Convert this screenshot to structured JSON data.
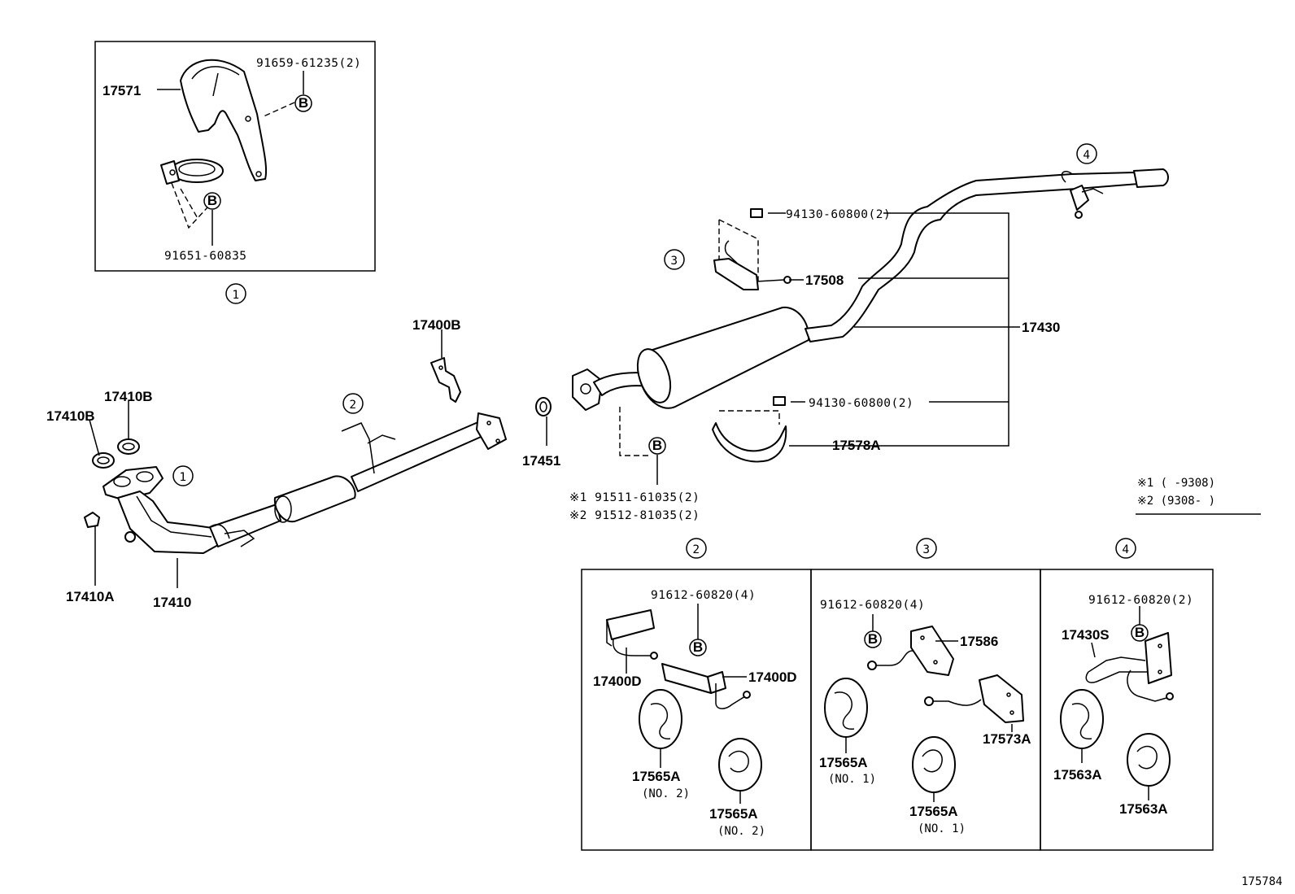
{
  "diagram_id": "175784",
  "inset": {
    "circle_label": "1",
    "parts": {
      "shield": "17571",
      "bolt_top": "91659-61235(2)",
      "bolt_bottom": "91651-60835"
    },
    "bolt_symbol": "B"
  },
  "main_labels": {
    "p17400B": "17400B",
    "p17410B_1": "17410B",
    "p17410B_2": "17410B",
    "p17410A": "17410A",
    "p17410": "17410",
    "p17451": "17451",
    "p94130_top": "94130-60800(2)",
    "p17508": "17508",
    "p17430": "17430",
    "p94130_bot": "94130-60800(2)",
    "p17578A": "17578A",
    "bolt_1": "※1  91511-61035(2)",
    "bolt_2": "※2  91512-81035(2)"
  },
  "callouts": {
    "c1": "1",
    "c2": "2",
    "c3": "3",
    "c4": "4"
  },
  "legend": {
    "l1": "※1 (     -9308)",
    "l2": "※2 (9308-     )"
  },
  "detail_headers": [
    "2",
    "3",
    "4"
  ],
  "detail2": {
    "bolt": "91612-60820(4)",
    "hanger_left": "17400D",
    "hanger_right": "17400D",
    "mount_left": "17565A",
    "mount_left_note": "(NO. 2)",
    "mount_right": "17565A",
    "mount_right_note": "(NO. 2)"
  },
  "detail3": {
    "bolt": "91612-60820(4)",
    "bracket": "17586",
    "hanger": "17573A",
    "mount_left": "17565A",
    "mount_left_note": "(NO. 1)",
    "mount_right": "17565A",
    "mount_right_note": "(NO. 1)"
  },
  "detail4": {
    "bolt": "91612-60820(2)",
    "hanger": "17430S",
    "mount_left": "17563A",
    "mount_right": "17563A"
  }
}
